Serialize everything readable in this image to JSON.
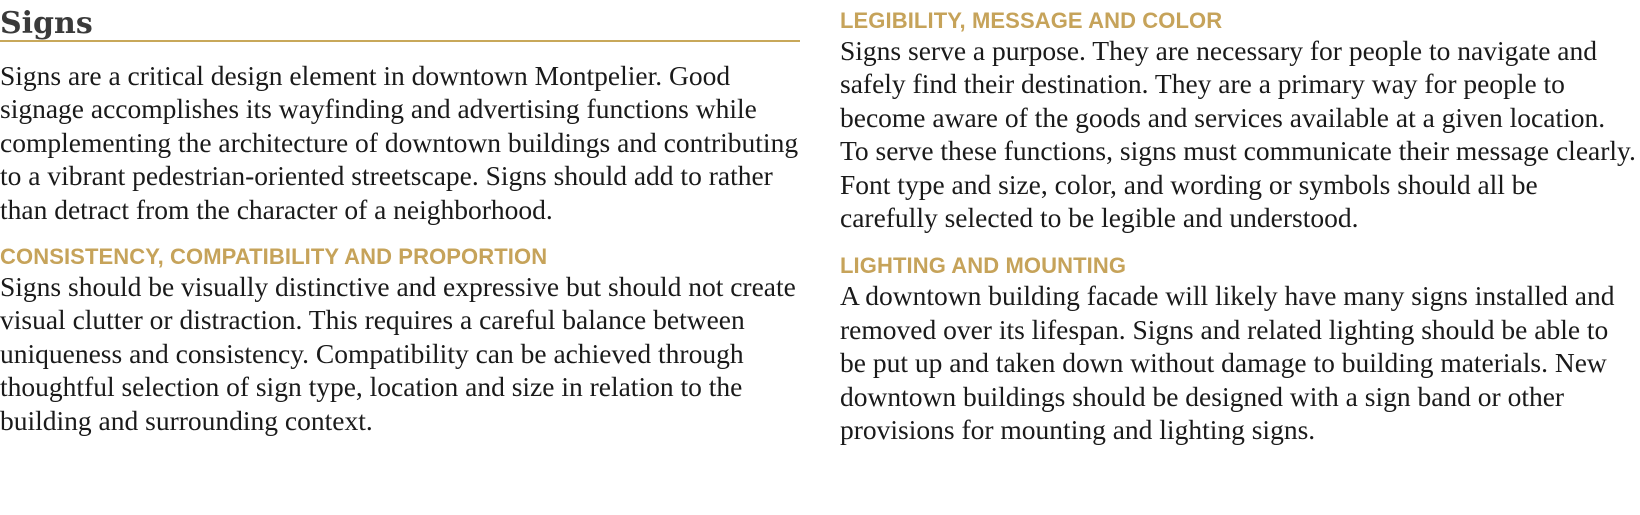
{
  "left": {
    "title": "Signs",
    "intro": "Signs are a critical design element in downtown Montpelier. Good signage accomplishes its wayfinding and advertising functions while complementing the architecture of downtown buildings and contributing to a vibrant pedestrian-oriented streetscape. Signs should add to rather than detract from the character of a neighborhood.",
    "consistency_heading": "CONSISTENCY, COMPATIBILITY AND PROPORTION",
    "consistency_body": "Signs should be visually distinctive and expressive but should not create visual clutter or distraction. This requires a careful balance between uniqueness and consistency. Compatibility can be achieved through thoughtful selection of sign type, location and size in relation to the building and surrounding context."
  },
  "right": {
    "legibility_heading": "LEGIBILITY, MESSAGE AND COLOR",
    "legibility_body": "Signs serve a purpose. They are necessary for people to navigate and safely find their destination. They are a primary way for people to become aware of the goods and services available at a given location. To serve these functions, signs must communicate their message clearly. Font type and size, color, and wording or symbols should all be carefully selected to be legible and understood.",
    "lighting_heading": "LIGHTING AND MOUNTING",
    "lighting_body": "A downtown building facade will likely have many signs installed and removed over its lifespan. Signs and related lighting should be able to be put up and taken down without damage to building materials. New downtown buildings should be designed with a sign band or other provisions for mounting and lighting signs."
  },
  "colors": {
    "heading_gold": "#c6a35a",
    "rule_gold": "#c8a85a",
    "title_gray": "#3a3a3a",
    "body_text": "#1a1a1a"
  }
}
